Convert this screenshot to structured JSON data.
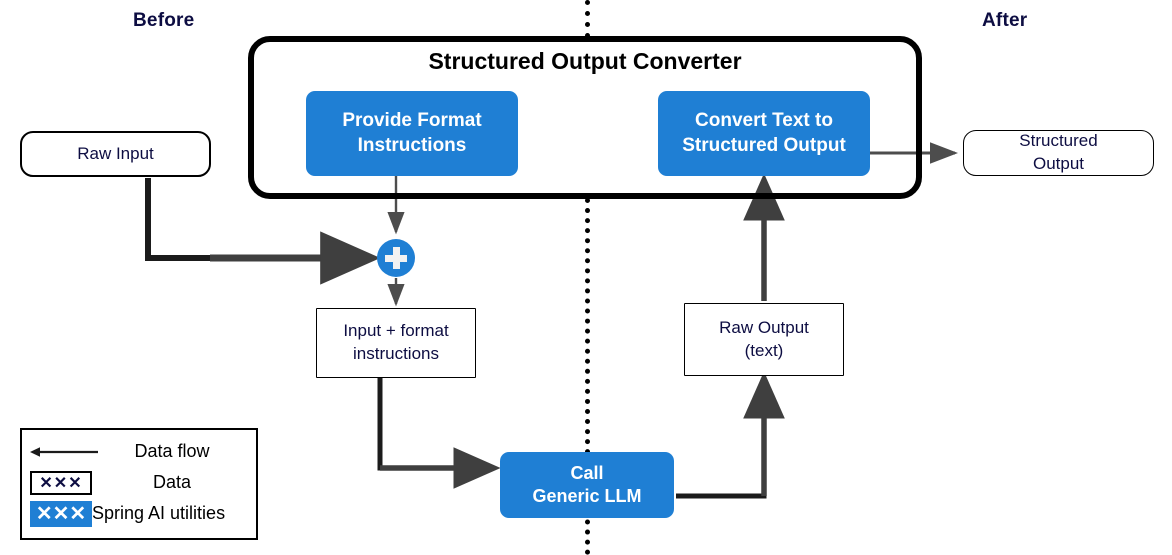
{
  "headers": {
    "before": "Before",
    "after": "After"
  },
  "converter": {
    "title": "Structured Output Converter",
    "utilities": [
      {
        "id": "provide-format-instructions",
        "label": "Provide Format\nInstructions"
      },
      {
        "id": "convert-text-to-structured-output",
        "label": "Convert Text to\nStructured Output"
      }
    ]
  },
  "data_boxes": [
    {
      "id": "raw-input",
      "label": "Raw Input"
    },
    {
      "id": "structured-output",
      "label": "Structured\nOutput"
    },
    {
      "id": "input-plus-format-instructions",
      "label": "Input + format\ninstructions"
    },
    {
      "id": "raw-output-text",
      "label": "Raw Output\n(text)"
    }
  ],
  "llm_box": {
    "id": "call-generic-llm",
    "label": "Call\nGeneric LLM"
  },
  "merge_node": {
    "id": "merge-plus",
    "symbol": "+"
  },
  "legend": {
    "rows": [
      {
        "id": "data-flow",
        "swatch": "arrow",
        "label": "Data flow"
      },
      {
        "id": "data",
        "swatch": "box-white",
        "swatch_text": "✕✕✕",
        "label": "Data"
      },
      {
        "id": "spring-ai-utilities",
        "swatch": "box-blue",
        "swatch_text": "✕✕✕",
        "label": "Spring AI utilities"
      }
    ]
  },
  "colors": {
    "accent_blue": "#1f7fd4",
    "navy_text": "#0d0d42",
    "outline_black": "#000000",
    "edge_gray": "#3f3f3f",
    "background": "#ffffff"
  }
}
